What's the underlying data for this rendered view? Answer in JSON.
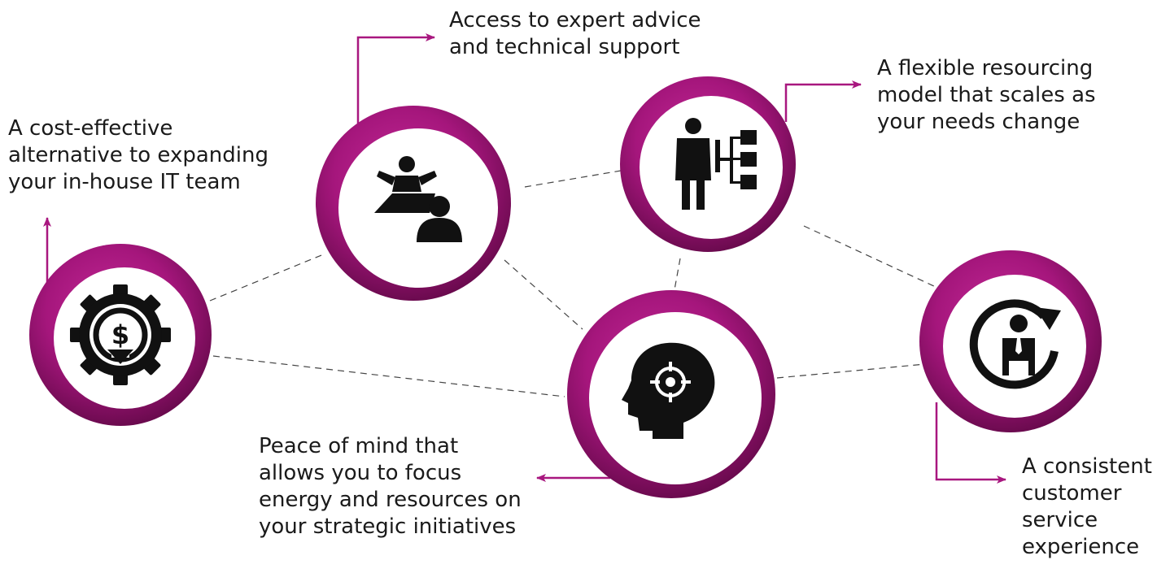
{
  "colors": {
    "accent": "#a8177f",
    "ring_dark": "#6a0a4c",
    "icon": "#111111",
    "connector": "#444444",
    "text": "#1a1a1a"
  },
  "nodes": [
    {
      "id": "cost",
      "icon": "gear-dollar-down-icon",
      "label_lines": [
        "A cost-effective",
        "alternative to expanding",
        "your in-house IT team"
      ]
    },
    {
      "id": "expert",
      "icon": "consultation-people-icon",
      "label_lines": [
        "Access to expert advice",
        "and technical support"
      ]
    },
    {
      "id": "flexible",
      "icon": "person-hierarchy-icon",
      "label_lines": [
        "A flexible resourcing",
        "model that scales as",
        "your needs change"
      ]
    },
    {
      "id": "peace",
      "icon": "head-target-icon",
      "label_lines": [
        "Peace of mind that",
        "allows you to focus",
        "energy and resources on",
        "your strategic initiatives"
      ]
    },
    {
      "id": "service",
      "icon": "person-refresh-icon",
      "label_lines": [
        "A consistent",
        "customer",
        "service",
        "experience"
      ]
    }
  ]
}
